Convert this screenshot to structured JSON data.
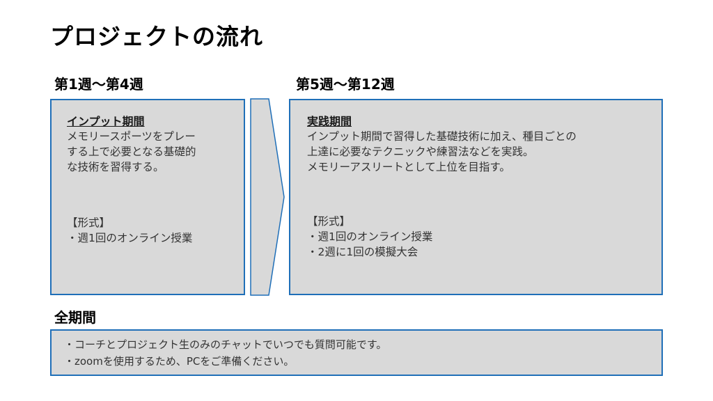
{
  "page": {
    "title": "プロジェクトの流れ"
  },
  "phase1": {
    "heading": "第1週〜第4週",
    "box_title": "インプット期間",
    "description_lines": [
      "メモリースポーツをプレー",
      "する上で必要となる基礎的",
      "な技術を習得する。"
    ],
    "format_label": "【形式】",
    "format_items": [
      "・週1回のオンライン授業"
    ]
  },
  "phase2": {
    "heading": "第5週〜第12週",
    "box_title": "実践期間",
    "description_lines": [
      "インプット期間で習得した基礎技術に加え、種目ごとの",
      "上達に必要なテクニックや練習法などを実践。",
      "メモリーアスリートとして上位を目指す。"
    ],
    "format_label": "【形式】",
    "format_items": [
      "・週1回のオンライン授業",
      "・2週に1回の模擬大会"
    ]
  },
  "full_period": {
    "heading": "全期間",
    "lines": [
      "・コーチとプロジェクト生のみのチャットでいつでも質問可能です。",
      "・zoomを使用するため、PCをご準備ください。"
    ]
  },
  "colors": {
    "box_border": "#1f6fb8",
    "box_fill": "#d9d9d9",
    "arrow_fill": "#d9d9d9",
    "arrow_border": "#1f6fb8"
  },
  "icons": {
    "arrow": "chevron-right-arrow"
  }
}
